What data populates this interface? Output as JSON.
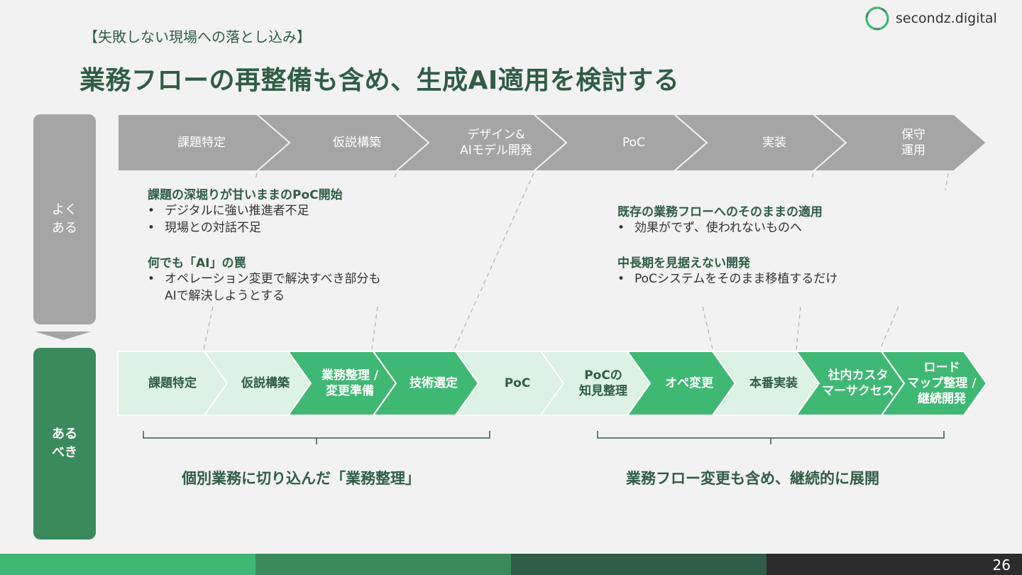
{
  "header": {
    "subtitle": "【失敗しない現場への落とし込み】",
    "title": "業務フローの再整備も含め、生成AI適用を検討する",
    "logo_text": "secondz.digital"
  },
  "side": {
    "top_label": "よく\nある",
    "bottom_label": "ある\nべき"
  },
  "top_flow": [
    "課題特定",
    "仮説構築",
    "デザイン&\nAIモデル開発",
    "PoC",
    "実装",
    "保守\n運用"
  ],
  "bottom_flow": [
    {
      "label": "課題特定",
      "style": "light"
    },
    {
      "label": "仮説構築",
      "style": "light"
    },
    {
      "label": "業務整理 /\n変更準備",
      "style": "green"
    },
    {
      "label": "技術選定",
      "style": "green"
    },
    {
      "label": "PoC",
      "style": "light"
    },
    {
      "label": "PoCの\n知見整理",
      "style": "light"
    },
    {
      "label": "オペ変更",
      "style": "green"
    },
    {
      "label": "本番実装",
      "style": "light"
    },
    {
      "label": "社内カスタ\nマーサクセス",
      "style": "green"
    },
    {
      "label": "ロード\nマップ整理 /\n継続開発",
      "style": "green"
    }
  ],
  "issues_left": [
    {
      "heading": "課題の深堀りが甘いままのPoC開始",
      "items": [
        "デジタルに強い推進者不足",
        "現場との対話不足"
      ]
    },
    {
      "heading": "何でも「AI」の罠",
      "items": [
        "オペレーション変更で解決すべき部分も\nAIで解決しようとする"
      ]
    }
  ],
  "issues_right": [
    {
      "heading": "既存の業務フローへのそのままの適用",
      "items": [
        "効果がでず、使われないものへ"
      ]
    },
    {
      "heading": "中長期を見据えない開発",
      "items": [
        "PoCシステムをそのまま移植するだけ"
      ]
    }
  ],
  "bullet_char": "•",
  "summary_left": "個別業務に切り込んだ「業務整理」",
  "summary_right": "業務フロー変更も含め、継続的に展開",
  "page_number": "26",
  "colors": {
    "dark_green": "#2f5d45",
    "mid_green": "#3a8a5c",
    "accent_green": "#3fb873",
    "light_green": "#dcf2e3",
    "gray": "#a5a5a5",
    "footer": [
      "#3fb873",
      "#3a8a5c",
      "#2f5d45",
      "#2c2c2c"
    ]
  }
}
